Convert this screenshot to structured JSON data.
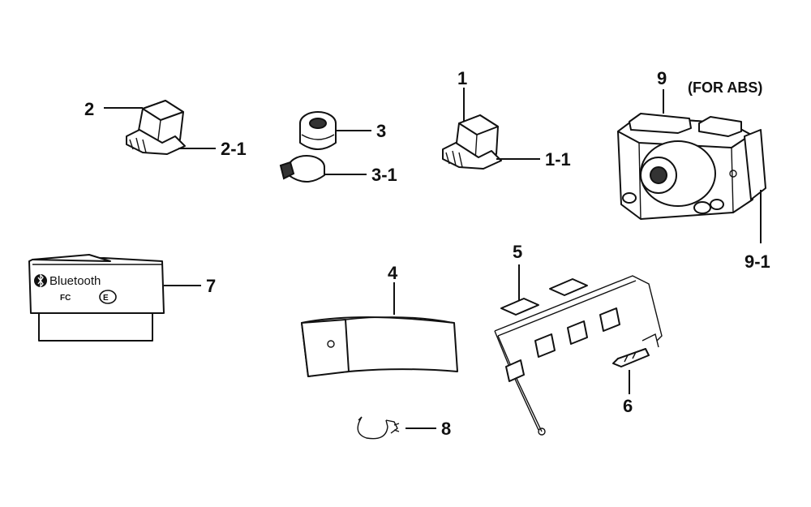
{
  "callouts": {
    "c1": "1",
    "c1_1": "1-1",
    "c2": "2",
    "c2_1": "2-1",
    "c3": "3",
    "c3_1": "3-1",
    "c4": "4",
    "c5": "5",
    "c6": "6",
    "c7": "7",
    "c8": "8",
    "c9": "9",
    "c9_1": "9-1"
  },
  "notes": {
    "abs": "(FOR ABS)"
  },
  "module_label": {
    "bluetooth": "Bluetooth",
    "fcc": "FC"
  },
  "icons": {
    "bluetooth_symbol": "bluetooth-icon",
    "e_mark": "e-mark-icon"
  }
}
